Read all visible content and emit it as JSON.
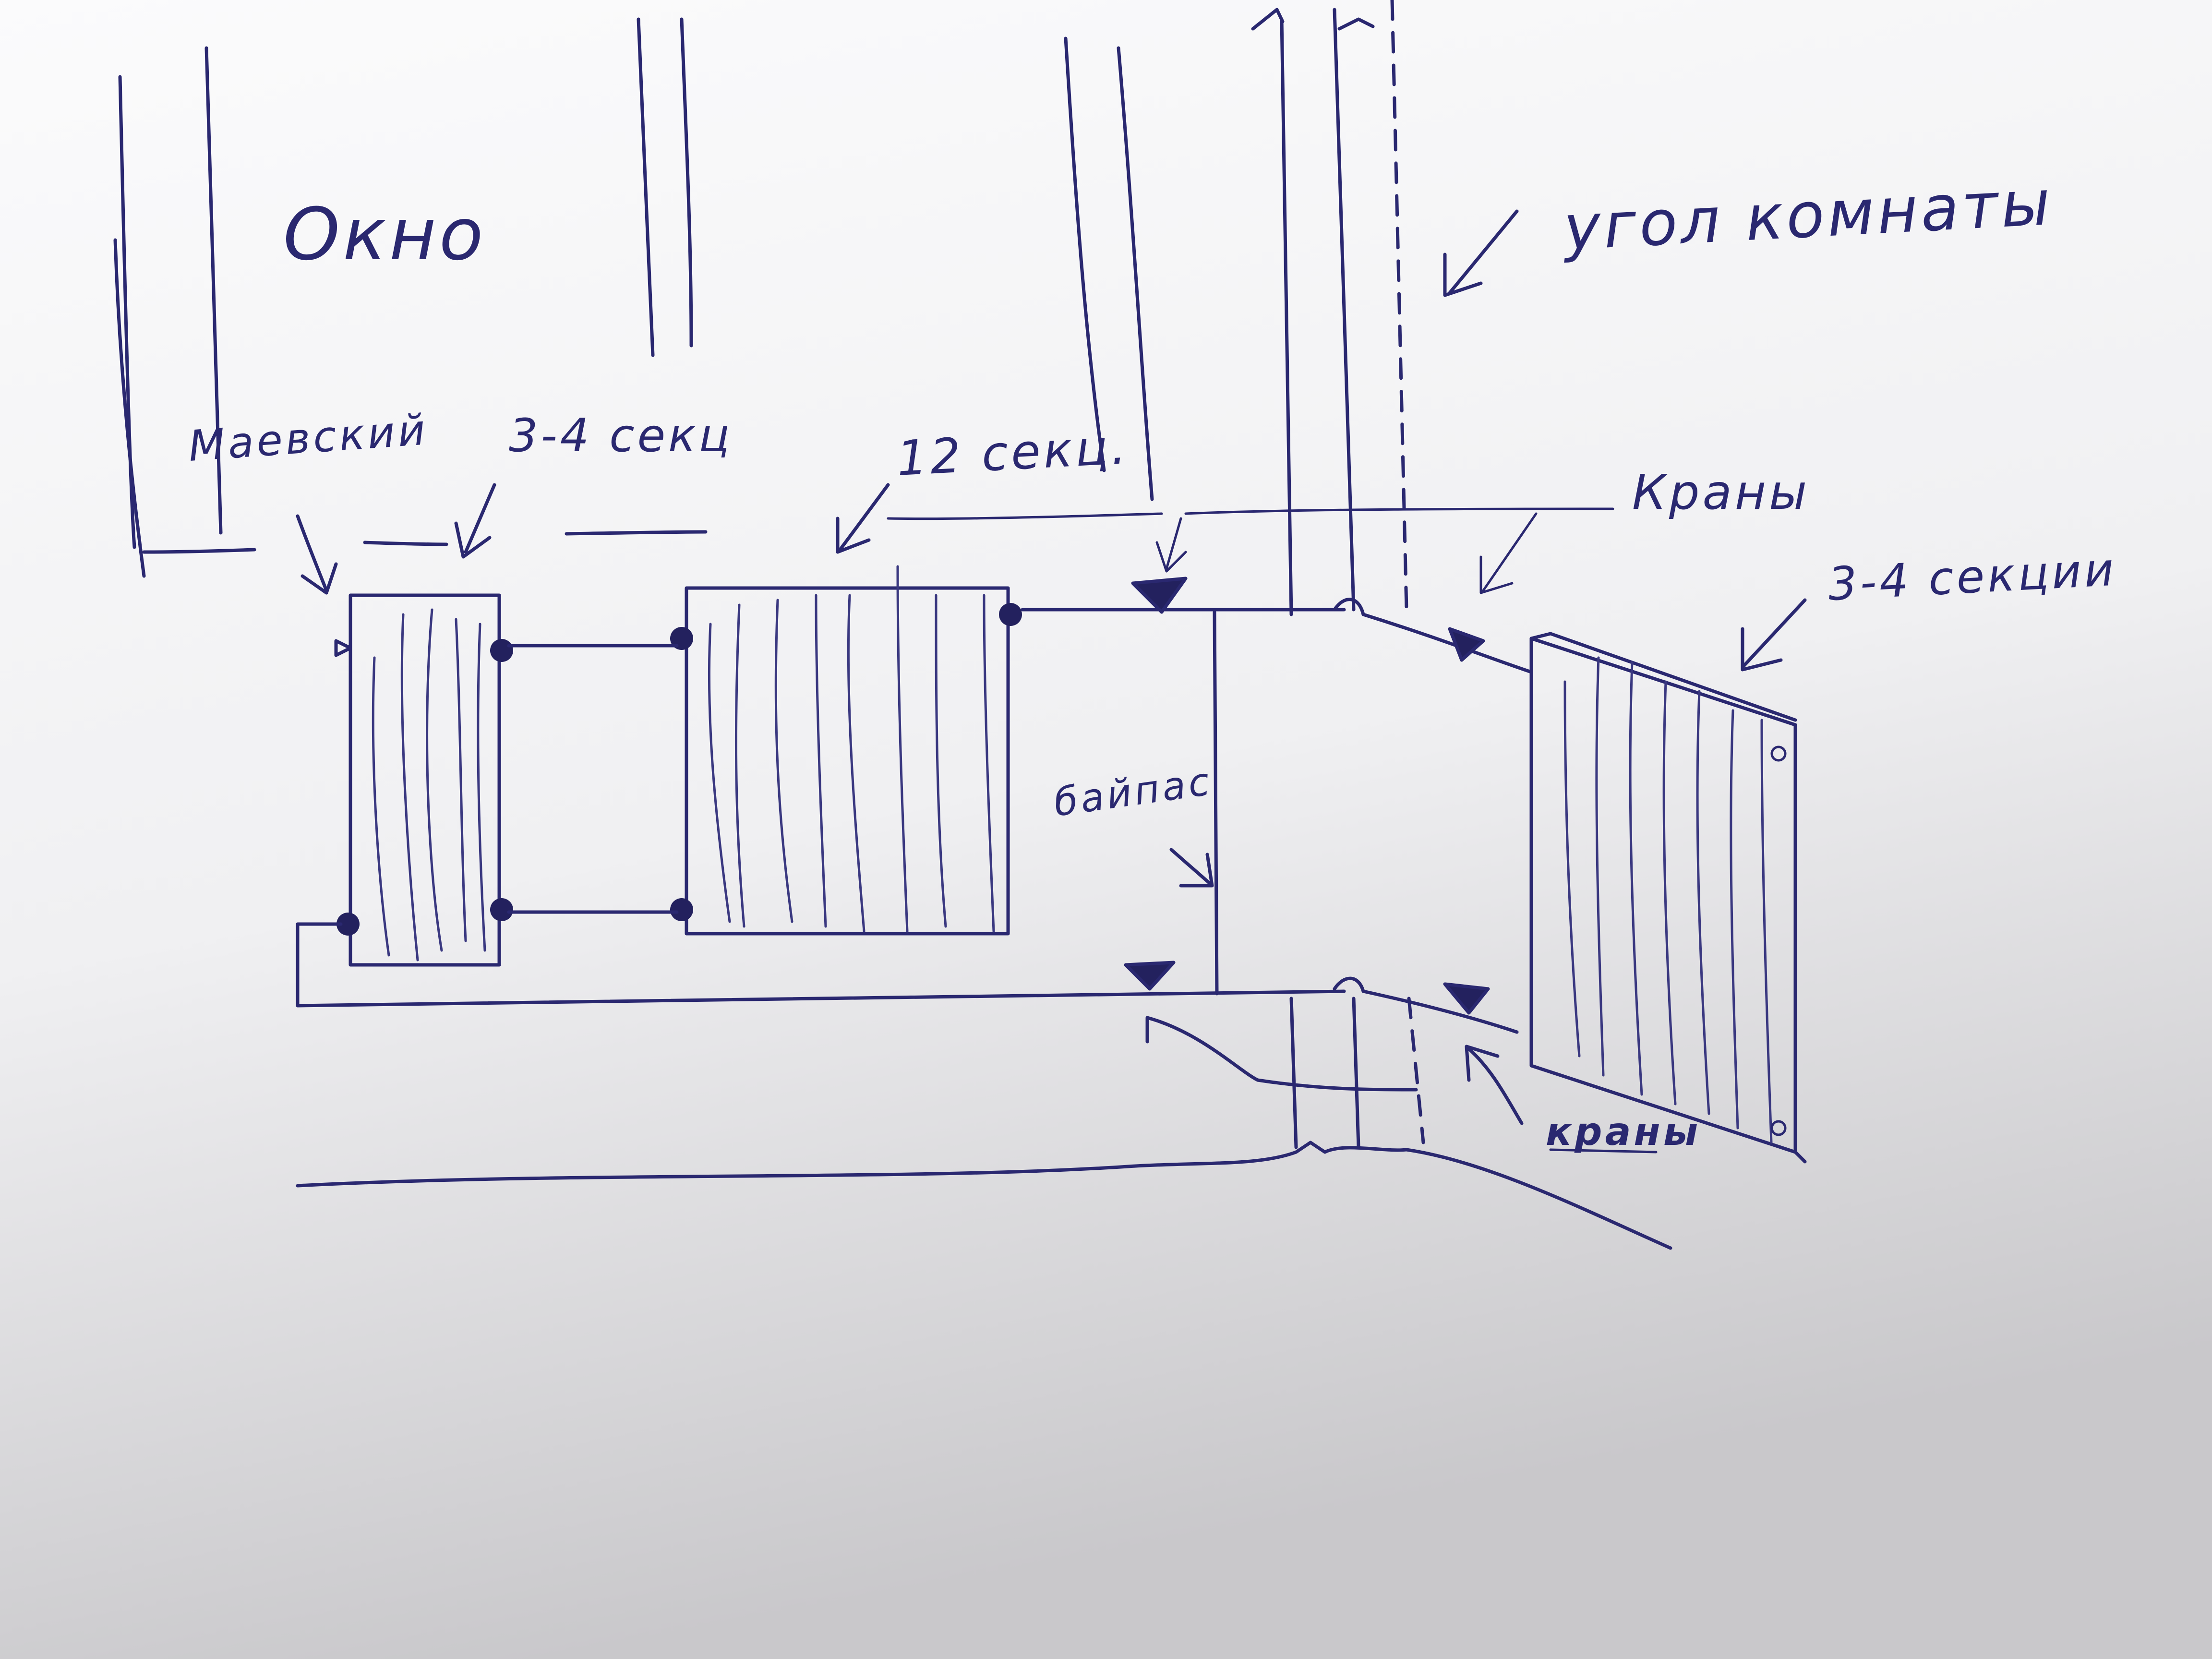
{
  "labels": {
    "window": "Окно",
    "mayevsky": "Маевский",
    "radiator_left_sections": "3-4 секц",
    "radiator_middle_sections": "12 секц.",
    "room_corner": "угол комнаты",
    "valves_top": "Краны",
    "radiator_right_sections": "3-4 секции",
    "bypass": "байпас",
    "valves_bottom": "краны"
  },
  "colors": {
    "ink": "#2a2870",
    "paper": "#efeff1",
    "background": "#7a7875"
  },
  "icons": {
    "valve": "valve-icon",
    "air-vent": "air-vent-icon",
    "pipe-joint": "joint-icon"
  }
}
